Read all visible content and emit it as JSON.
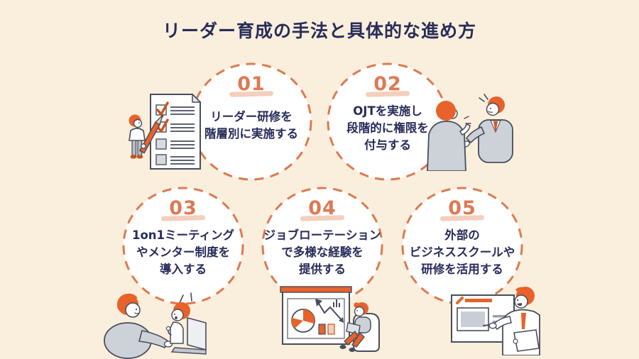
{
  "page": {
    "title": "リーダー育成の手法と具体的な進め方"
  },
  "colors": {
    "background": "#FAEFDC",
    "circle_fill": "#FFFFFF",
    "dashed_border_orange": "#DC7A50",
    "number_orange": "#DF7852",
    "number_underline_salmon": "#EFBCA4",
    "text_navy": "#272C5A",
    "illustration_orange": "#E8622B",
    "illustration_gray": "#CDD1D8"
  },
  "steps": [
    {
      "number": "01",
      "lines": [
        "リーダー研修を",
        "階層別に実施する"
      ]
    },
    {
      "number": "02",
      "lines": [
        "OJTを実施し",
        "段階的に権限を",
        "付与する"
      ]
    },
    {
      "number": "03",
      "lines": [
        "1on1ミーティング",
        "やメンター制度を",
        "導入する"
      ]
    },
    {
      "number": "04",
      "lines": [
        "ジョブローテーション",
        "で多様な経験を",
        "提供する"
      ]
    },
    {
      "number": "05",
      "lines": [
        "外部の",
        "ビジネススクールや",
        "研修を活用する"
      ]
    }
  ],
  "illustrations": [
    {
      "name": "checklist-person-illustration"
    },
    {
      "name": "ojt-conversation-illustration"
    },
    {
      "name": "mentoring-pair-illustration"
    },
    {
      "name": "presentation-charts-illustration"
    },
    {
      "name": "external-training-illustration"
    }
  ]
}
